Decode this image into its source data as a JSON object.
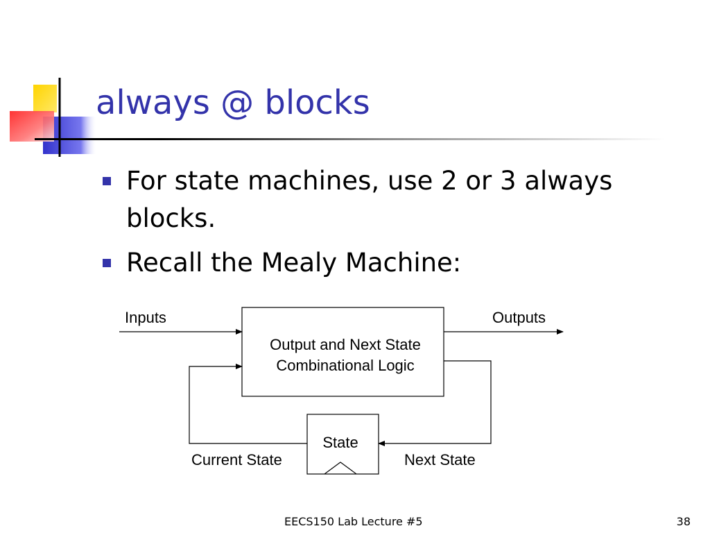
{
  "slide": {
    "title": "always @ blocks",
    "bullets": [
      "For state machines, use 2 or 3 always blocks.",
      "Recall the Mealy Machine:"
    ],
    "footer": "EECS150 Lab Lecture #5",
    "page_number": "38"
  },
  "diagram": {
    "inputs_label": "Inputs",
    "outputs_label": "Outputs",
    "logic_line1": "Output and Next State",
    "logic_line2": "Combinational Logic",
    "state_label": "State",
    "current_state_label": "Current State",
    "next_state_label": "Next State"
  },
  "colors": {
    "title": "#3333aa",
    "bullet": "#3333aa",
    "logo_yellow": "#ffcc00",
    "logo_blue": "#3333cc",
    "logo_red": "#ff3333"
  }
}
